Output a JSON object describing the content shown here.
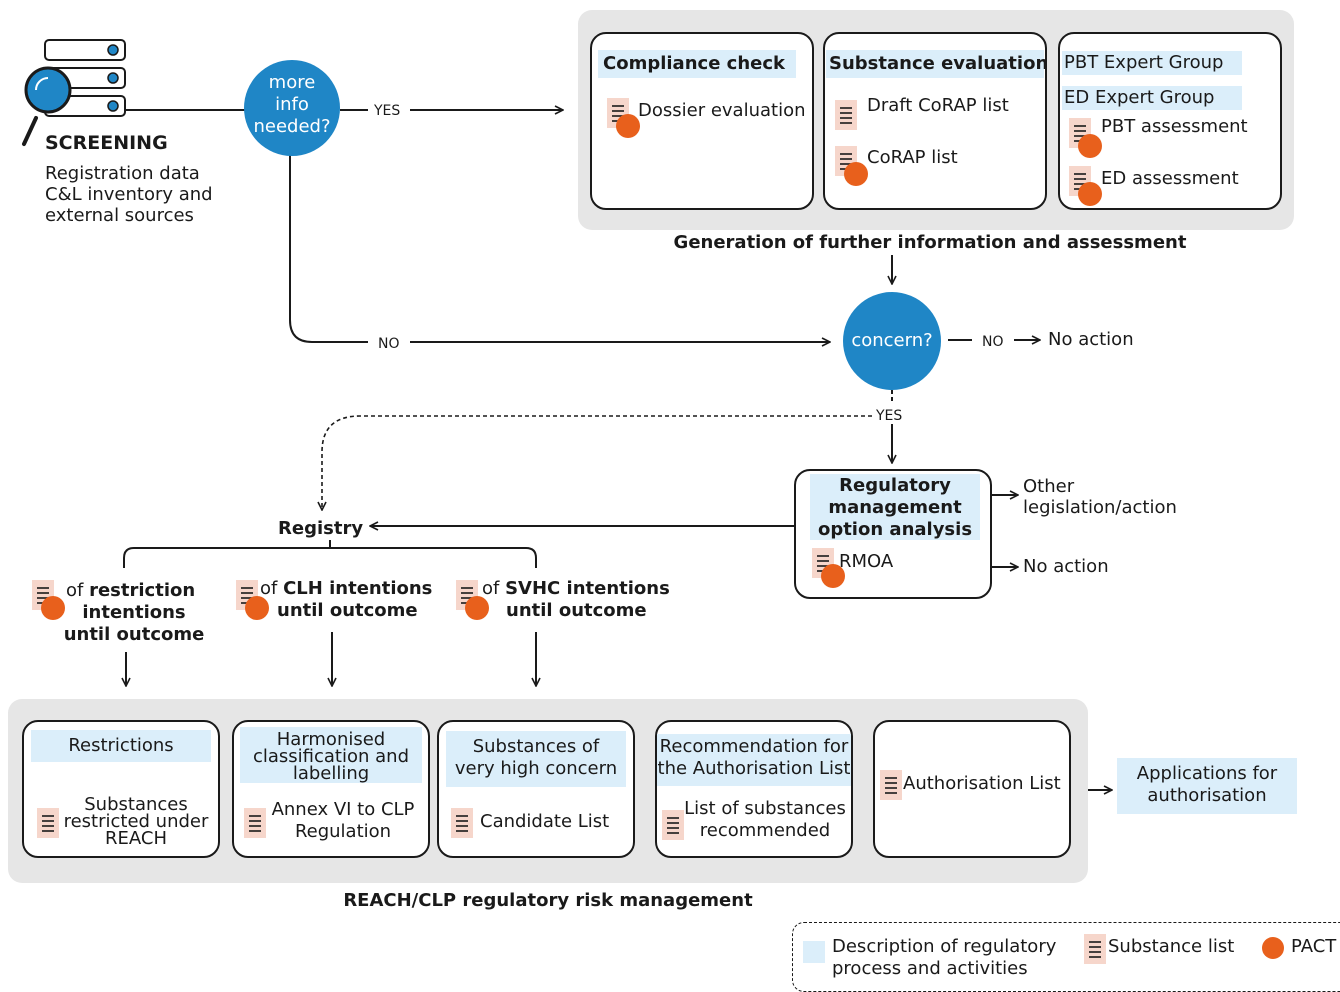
{
  "screening": {
    "title": "SCREENING",
    "line1": "Registration data",
    "line2": "C&L inventory and",
    "line3": "external sources"
  },
  "decision_info": {
    "line1": "more",
    "line2": "info",
    "line3": "needed?",
    "yes": "YES",
    "no": "NO"
  },
  "generation": {
    "title": "Generation of further information and assessment",
    "compliance_title": "Compliance check",
    "dossier": "Dossier evaluation",
    "substance_eval_title": "Substance evaluation",
    "draft_corap": "Draft CoRAP list",
    "corap": "CoRAP list",
    "pbt_group": "PBT Expert Group",
    "ed_group": "ED Expert Group",
    "pbt_assessment": "PBT assessment",
    "ed_assessment": "ED assessment"
  },
  "concern": {
    "label": "concern?",
    "no": "NO",
    "no_action": "No action",
    "yes": "YES"
  },
  "rmoa": {
    "line1": "Regulatory",
    "line2": "management",
    "line3": "option analysis",
    "list": "RMOA",
    "other1": "Other",
    "other2": "legislation/action",
    "no_action": "No action"
  },
  "registry": {
    "title": "Registry",
    "restriction": {
      "of": "of",
      "bold1": "restriction",
      "bold2": "intentions",
      "bold3": "until outcome"
    },
    "clh": {
      "of": "of",
      "bold1": "CLH intentions",
      "bold2": "until outcome"
    },
    "svhc": {
      "of": "of",
      "bold1": "SVHC intentions",
      "bold2": "until outcome"
    }
  },
  "reach": {
    "title": "REACH/CLP regulatory risk management",
    "restrictions": "Restrictions",
    "restricted_1": "Substances",
    "restricted_2": "restricted under",
    "restricted_3": "REACH",
    "harmonised_1": "Harmonised",
    "harmonised_2": "classification and",
    "harmonised_3": "labelling",
    "annex_1": "Annex VI to CLP",
    "annex_2": "Regulation",
    "svhc_1": "Substances of",
    "svhc_2": "very high concern",
    "candidate": "Candidate List",
    "recommend_1": "Recommendation for",
    "recommend_2": "the Authorisation List",
    "list_rec_1": "List of substances",
    "list_rec_2": "recommended",
    "authorisation_list": "Authorisation List",
    "applications_1": "Applications for",
    "applications_2": "authorisation"
  },
  "legend": {
    "description_1": "Description of regulatory",
    "description_2": "process and activities",
    "substance_list": "Substance list",
    "pact": "PACT"
  },
  "colors": {
    "blue_circle": "#1f86c6",
    "light_blue": "#dbeefa",
    "pact": "#e8601c",
    "list_icon": "#f6d6cb",
    "panel": "#e6e6e6"
  }
}
